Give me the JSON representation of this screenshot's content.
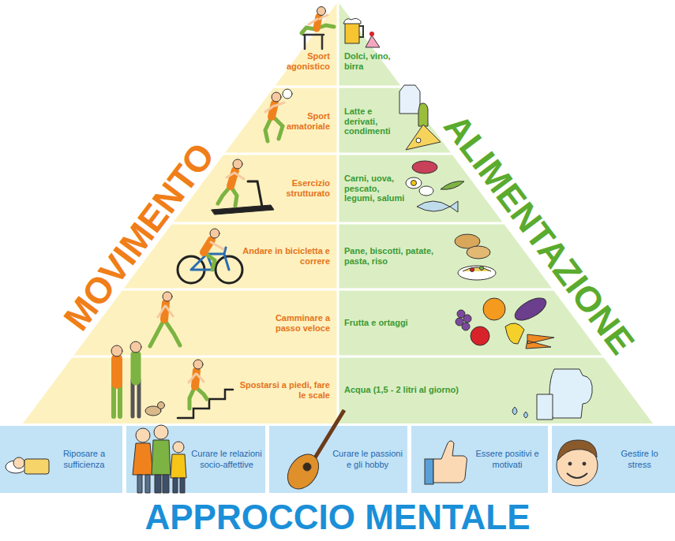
{
  "diagram": {
    "nodes": [
      {
        "text": [
          "MOVIMENTO"
        ]
      },
      {
        "text": [
          "Sport agonistico"
        ],
        "in": 0
      },
      {
        "text": [
          "Sport amatoriale"
        ],
        "in": 0
      },
      {
        "text": [
          "Esercizio strutturato"
        ],
        "in": 0
      },
      {
        "text": [
          "Andare in bicicletta e correre"
        ],
        "in": 0
      },
      {
        "text": [
          "Camminare a passo veloce"
        ],
        "in": 0
      },
      {
        "text": [
          "Spostarsi a piedi, fare le scale"
        ],
        "in": 0
      },
      {
        "text": [
          "ALIMENTAZIONE"
        ]
      },
      {
        "text": [
          "Dolci, vino, birra"
        ],
        "in": 7
      },
      {
        "text": [
          "Latte e derivati, condimenti"
        ],
        "in": 7
      },
      {
        "text": [
          "Carni, uova, pescato, legumi, salumi"
        ],
        "in": 7
      },
      {
        "text": [
          "Pane, biscotti, patate, pasta, riso"
        ],
        "in": 7
      },
      {
        "text": [
          "Frutta e ortaggi"
        ],
        "in": 7
      },
      {
        "text": [
          "Acqua (1,5 - 2 litri al giorno)"
        ],
        "in": 7
      },
      {
        "text": [
          "APPROCCIO MENTALE"
        ]
      },
      {
        "text": [
          "Riposare a sufficienza"
        ],
        "in": 14
      },
      {
        "text": [
          "Curare le relazioni socio-affettive"
        ],
        "in": 14
      },
      {
        "text": [
          "Curare le passioni e gli hobby"
        ],
        "in": 14
      },
      {
        "text": [
          "Essere positivi e motivati"
        ],
        "in": 14
      },
      {
        "text": [
          "Gestire lo stress"
        ],
        "in": 14
      }
    ]
  }
}
